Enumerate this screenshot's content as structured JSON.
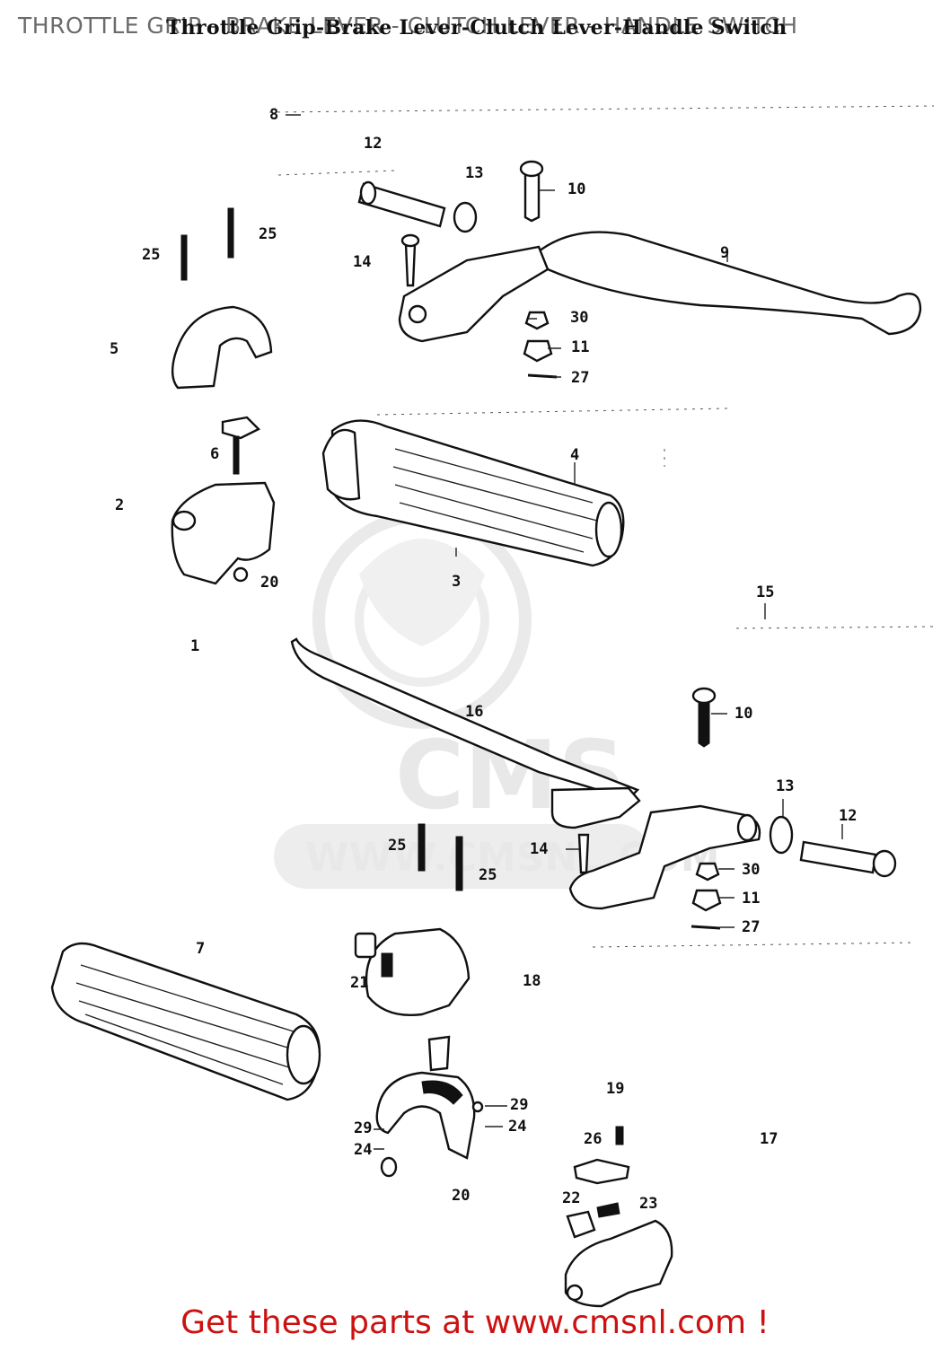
{
  "header": {
    "title": "THROTTLE GRIP - BRAKE LEVER - CLUTCH LEVER - HANDLE SWITCH",
    "scan_title": "Throttle Grip-Brake Lever-Clutch Lever-Handle Switch"
  },
  "watermark": {
    "brand": "CMS",
    "url": "WWW.CMSNL.COM"
  },
  "callouts": [
    {
      "n": "8"
    },
    {
      "n": "12"
    },
    {
      "n": "13"
    },
    {
      "n": "10"
    },
    {
      "n": "25"
    },
    {
      "n": "25"
    },
    {
      "n": "14"
    },
    {
      "n": "9"
    },
    {
      "n": "5"
    },
    {
      "n": "30"
    },
    {
      "n": "11"
    },
    {
      "n": "27"
    },
    {
      "n": "6"
    },
    {
      "n": "4"
    },
    {
      "n": "2"
    },
    {
      "n": "20"
    },
    {
      "n": "3"
    },
    {
      "n": "15"
    },
    {
      "n": "1"
    },
    {
      "n": "16"
    },
    {
      "n": "10"
    },
    {
      "n": "13"
    },
    {
      "n": "12"
    },
    {
      "n": "25"
    },
    {
      "n": "14"
    },
    {
      "n": "25"
    },
    {
      "n": "30"
    },
    {
      "n": "11"
    },
    {
      "n": "27"
    },
    {
      "n": "7"
    },
    {
      "n": "21"
    },
    {
      "n": "18"
    },
    {
      "n": "29"
    },
    {
      "n": "24"
    },
    {
      "n": "29"
    },
    {
      "n": "24"
    },
    {
      "n": "20"
    },
    {
      "n": "19"
    },
    {
      "n": "26"
    },
    {
      "n": "17"
    },
    {
      "n": "22"
    },
    {
      "n": "23"
    }
  ],
  "footer": {
    "text": "Get these parts at www.cmsnl.com !"
  }
}
